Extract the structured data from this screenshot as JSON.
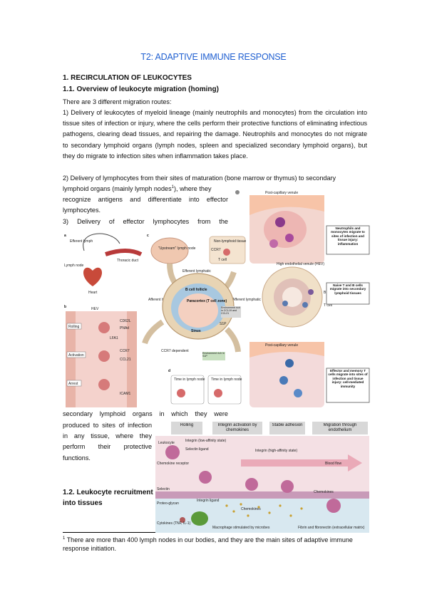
{
  "document": {
    "title": "T2: ADAPTIVE IMMUNE RESPONSE",
    "section1_heading": "1. RECIRCULATION OF LEUKOCYTES",
    "section1_1_heading": "1.1. Overview of leukocyte migration (homing)",
    "intro": "There are 3 different migration routes:",
    "route1": "1) Delivery of leukocytes of myeloid lineage (mainly neutrophils and monocytes) from the circulation into tissue sites of infection or injury, where the cells perform their protective functions of eliminating infectious pathogens, clearing dead tissues, and repairing the damage. Neutrophils and monocytes do not migrate to secondary lymphoid organs (lymph nodes, spleen and specialized secondary lymphoid organs), but they do migrate to infection sites when inflammation takes place.",
    "route2_full": "2) Delivery of lymphocytes from their sites of maturation (bone marrow or thymus) to secondary",
    "route2_line2": "lymphoid organs (mainly lymph nodes",
    "route2_sup": "1",
    "route2_line2_end": "), where they",
    "route2_rest": "recognize antigens and differentiate into effector lymphocytes.",
    "route3_start": "3) Delivery of effector lymphocytes from the",
    "route3_cont": "secondary lymphoid organs in which they were",
    "route3_rest": "produced to sites of infection in any tissue, where they perform their protective functions.",
    "section1_2_heading": "1.2. Leukocyte recruitment into tissues",
    "footnote_sup": "1",
    "footnote_text": "There are more than 400 lymph nodes in our bodies, and they are the main sites of adaptive immune response initiation."
  },
  "figure1": {
    "labels": {
      "a": "a",
      "b": "b",
      "c": "c",
      "d": "d",
      "efferent_lymph": "Efferent lymph",
      "thoracic_duct": "Thoracic duct",
      "lymph_node": "Lymph node",
      "heart": "Heart",
      "upstream_ln": "\"Upstream\" lymph node",
      "non_lymphoid": "Non-lymphoid tissue",
      "ccr7": "CCR7",
      "t_cell": "T cell",
      "ccr7_dep": "CCR7 dependent",
      "hev": "HEV",
      "cd62l": "CD62L",
      "pnad": "PNAd",
      "lfa1": "LFA1",
      "rolling": "Rolling",
      "activation": "Activation",
      "arrest": "Arrest",
      "ccl21": "CCL21",
      "icam1": "ICAM1",
      "b_follicle": "B cell follicle",
      "paracortex": "Paracortex (T cell zone)",
      "sinus": "Sinus",
      "s1p": "S1P",
      "env_rich": "Environment rich in CCL19 and CCL21",
      "env_s1p": "Environment rich in S1P",
      "afferent": "Afferent lymphatic",
      "efferent": "Efferent lymphatic",
      "time_ln": "Time in lymph node",
      "post_cap": "Post-capillary venule",
      "hev_high": "High endothelial venule (HEV)",
      "b_cell": "B cell",
      "t_cell2": "T cell",
      "neut_box": "Neutrophils and monocytes migrate to sites of infection and tissue injury: inflammation",
      "naive_box": "Naive T and B cells migrate into secondary lymphoid tissues",
      "effector_box": "Effector and memory T cells migrate into sites of infection and tissue injury: cell-mediated immunity"
    }
  },
  "figure2": {
    "steps": [
      "Rolling",
      "Integrin activation by chemokines",
      "Stable adhesion",
      "Migration through endothelium"
    ],
    "labels": {
      "leukocyte": "Leukocyte",
      "integrin_low": "Integrin (low-affinity state)",
      "selectin_ligand": "Selectin ligand",
      "integrin_high": "Integrin (high-affinity state)",
      "blood_flow": "Blood flow",
      "chemokine_receptor": "Chemokine receptor",
      "selectin": "Selectin",
      "proteoglycan": "Proteo-glycan",
      "integrin_ligand": "Integrin ligand",
      "chemokines": "Chemokines",
      "chemokines2": "Chemokines",
      "cytokines": "Cytokines (TNF, IL-1)",
      "macrophage": "Macrophage stimulated by microbes",
      "fibrin": "Fibrin and fibronectin (extracellular matrix)"
    }
  }
}
